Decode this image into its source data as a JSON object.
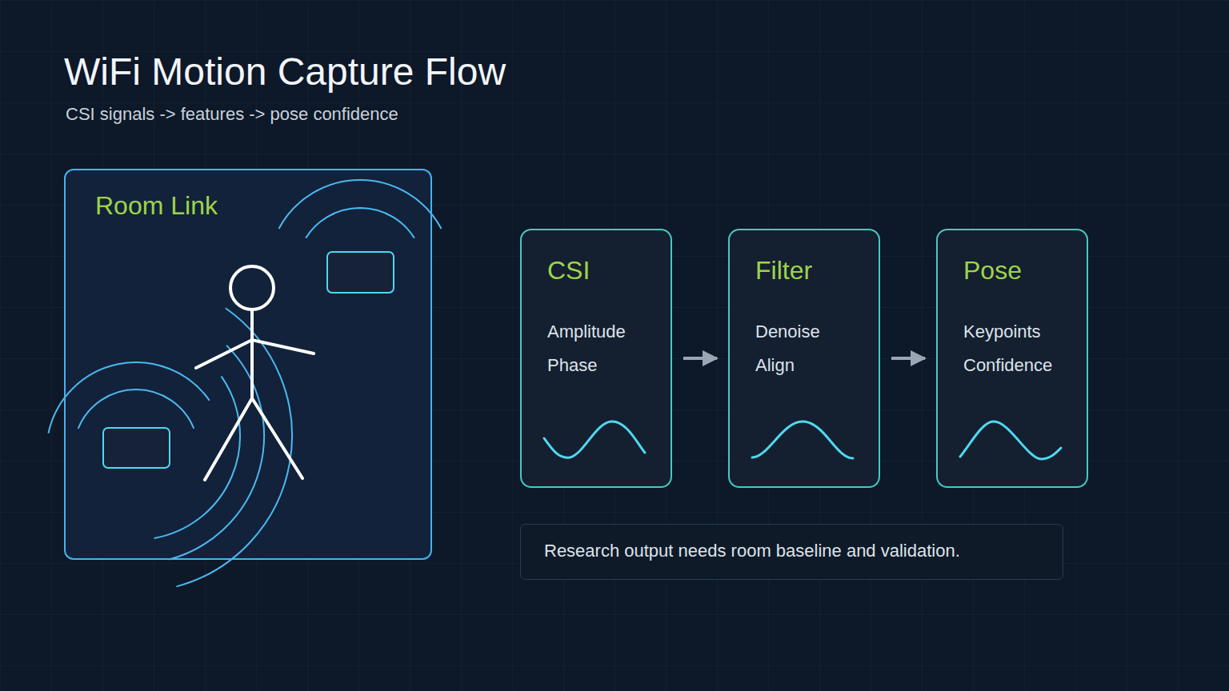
{
  "diagram": {
    "title": "WiFi Motion Capture Flow",
    "caption": "CSI signals -> features -> pose confidence",
    "nodes": [
      {
        "text": [
          "Room Link"
        ]
      },
      {
        "text": [
          "CSI",
          "Amplitude",
          "Phase"
        ]
      },
      {
        "text": [
          "Filter",
          "Denoise",
          "Align"
        ]
      },
      {
        "text": [
          "Pose",
          "Keypoints",
          "Confidence"
        ]
      },
      {
        "text": [
          "Research output needs room baseline and validation."
        ]
      }
    ],
    "edges": [
      {
        "from": 1,
        "to": 2,
        "arrow": "to"
      },
      {
        "from": 2,
        "to": 3,
        "arrow": "to"
      }
    ]
  }
}
